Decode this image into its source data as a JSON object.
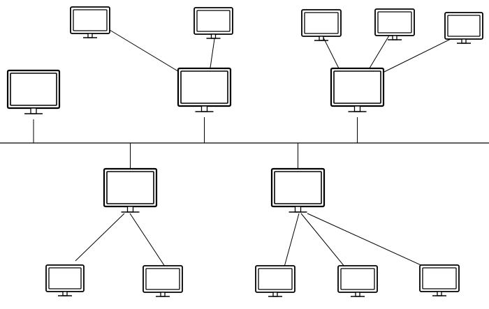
{
  "diagram": {
    "type": "network-topology",
    "line_color": "#000000",
    "background": "#ffffff",
    "nodes": [
      {
        "id": "bus-node-left",
        "icon": "monitor-icon",
        "role": "bus-node"
      },
      {
        "id": "hub-top-middle",
        "icon": "monitor-icon",
        "role": "hub"
      },
      {
        "id": "hub-top-right",
        "icon": "monitor-icon",
        "role": "hub"
      },
      {
        "id": "hub-bottom-left",
        "icon": "monitor-icon",
        "role": "hub"
      },
      {
        "id": "hub-bottom-right",
        "icon": "monitor-icon",
        "role": "hub"
      },
      {
        "id": "leaf-top-middle-1",
        "icon": "monitor-icon",
        "role": "leaf"
      },
      {
        "id": "leaf-top-middle-2",
        "icon": "monitor-icon",
        "role": "leaf"
      },
      {
        "id": "leaf-top-right-1",
        "icon": "monitor-icon",
        "role": "leaf"
      },
      {
        "id": "leaf-top-right-2",
        "icon": "monitor-icon",
        "role": "leaf"
      },
      {
        "id": "leaf-top-right-3",
        "icon": "monitor-icon",
        "role": "leaf"
      },
      {
        "id": "leaf-bottom-left-1",
        "icon": "monitor-icon",
        "role": "leaf"
      },
      {
        "id": "leaf-bottom-left-2",
        "icon": "monitor-icon",
        "role": "leaf"
      },
      {
        "id": "leaf-bottom-right-1",
        "icon": "monitor-icon",
        "role": "leaf"
      },
      {
        "id": "leaf-bottom-right-2",
        "icon": "monitor-icon",
        "role": "leaf"
      },
      {
        "id": "leaf-bottom-right-3",
        "icon": "monitor-icon",
        "role": "leaf"
      }
    ],
    "edges": [
      {
        "from": "bus",
        "to": "bus-node-left"
      },
      {
        "from": "bus",
        "to": "hub-top-middle"
      },
      {
        "from": "bus",
        "to": "hub-top-right"
      },
      {
        "from": "bus",
        "to": "hub-bottom-left"
      },
      {
        "from": "bus",
        "to": "hub-bottom-right"
      },
      {
        "from": "hub-top-middle",
        "to": "leaf-top-middle-1"
      },
      {
        "from": "hub-top-middle",
        "to": "leaf-top-middle-2"
      },
      {
        "from": "hub-top-right",
        "to": "leaf-top-right-1"
      },
      {
        "from": "hub-top-right",
        "to": "leaf-top-right-2"
      },
      {
        "from": "hub-top-right",
        "to": "leaf-top-right-3"
      },
      {
        "from": "hub-bottom-left",
        "to": "leaf-bottom-left-1"
      },
      {
        "from": "hub-bottom-left",
        "to": "leaf-bottom-left-2"
      },
      {
        "from": "hub-bottom-right",
        "to": "leaf-bottom-right-1"
      },
      {
        "from": "hub-bottom-right",
        "to": "leaf-bottom-right-2"
      },
      {
        "from": "hub-bottom-right",
        "to": "leaf-bottom-right-3"
      }
    ]
  }
}
